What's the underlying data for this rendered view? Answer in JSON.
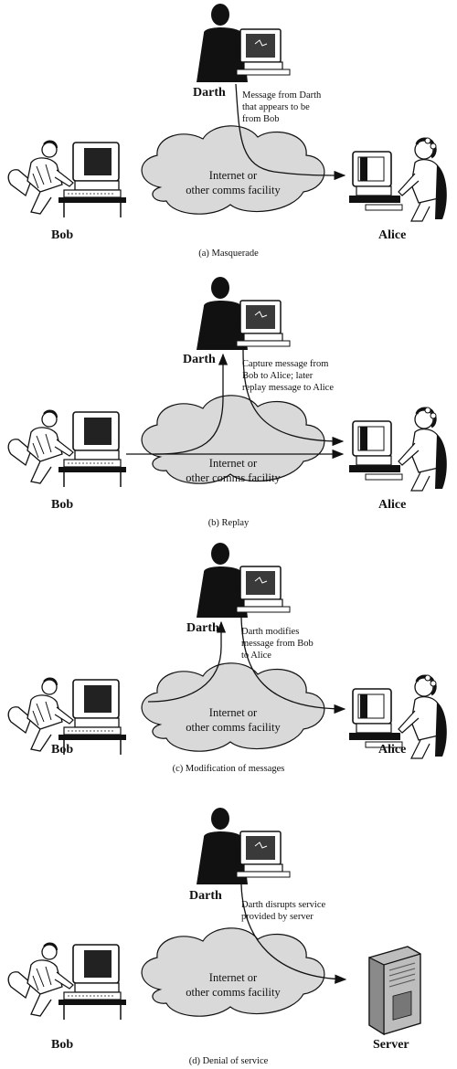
{
  "panels": [
    {
      "id": "masquerade",
      "attacker": "Darth",
      "sender": "Bob",
      "receiver": "Alice",
      "cloud": "Internet or\nother comms facility",
      "note": "Message from Darth\nthat appears to be\nfrom Bob",
      "caption": "(a) Masquerade"
    },
    {
      "id": "replay",
      "attacker": "Darth",
      "sender": "Bob",
      "receiver": "Alice",
      "cloud": "Internet or\nother comms facility",
      "note": "Capture message from\nBob to Alice; later\nreplay message to Alice",
      "caption": "(b) Replay"
    },
    {
      "id": "modification",
      "attacker": "Darth",
      "sender": "Bob",
      "receiver": "Alice",
      "cloud": "Internet or\nother comms facility",
      "note": "Darth modifies\nmessage from Bob\nto Alice",
      "caption": "(c) Modification of messages"
    },
    {
      "id": "denial-of-service",
      "attacker": "Darth",
      "sender": "Bob",
      "receiver": "Server",
      "cloud": "Internet or\nother comms facility",
      "note": "Darth disrupts service\nprovided by server",
      "caption": "(d) Denial of service"
    }
  ],
  "colors": {
    "cloud_fill": "#d9d9d9",
    "ink": "#111111",
    "screen": "#3a3a3a"
  }
}
